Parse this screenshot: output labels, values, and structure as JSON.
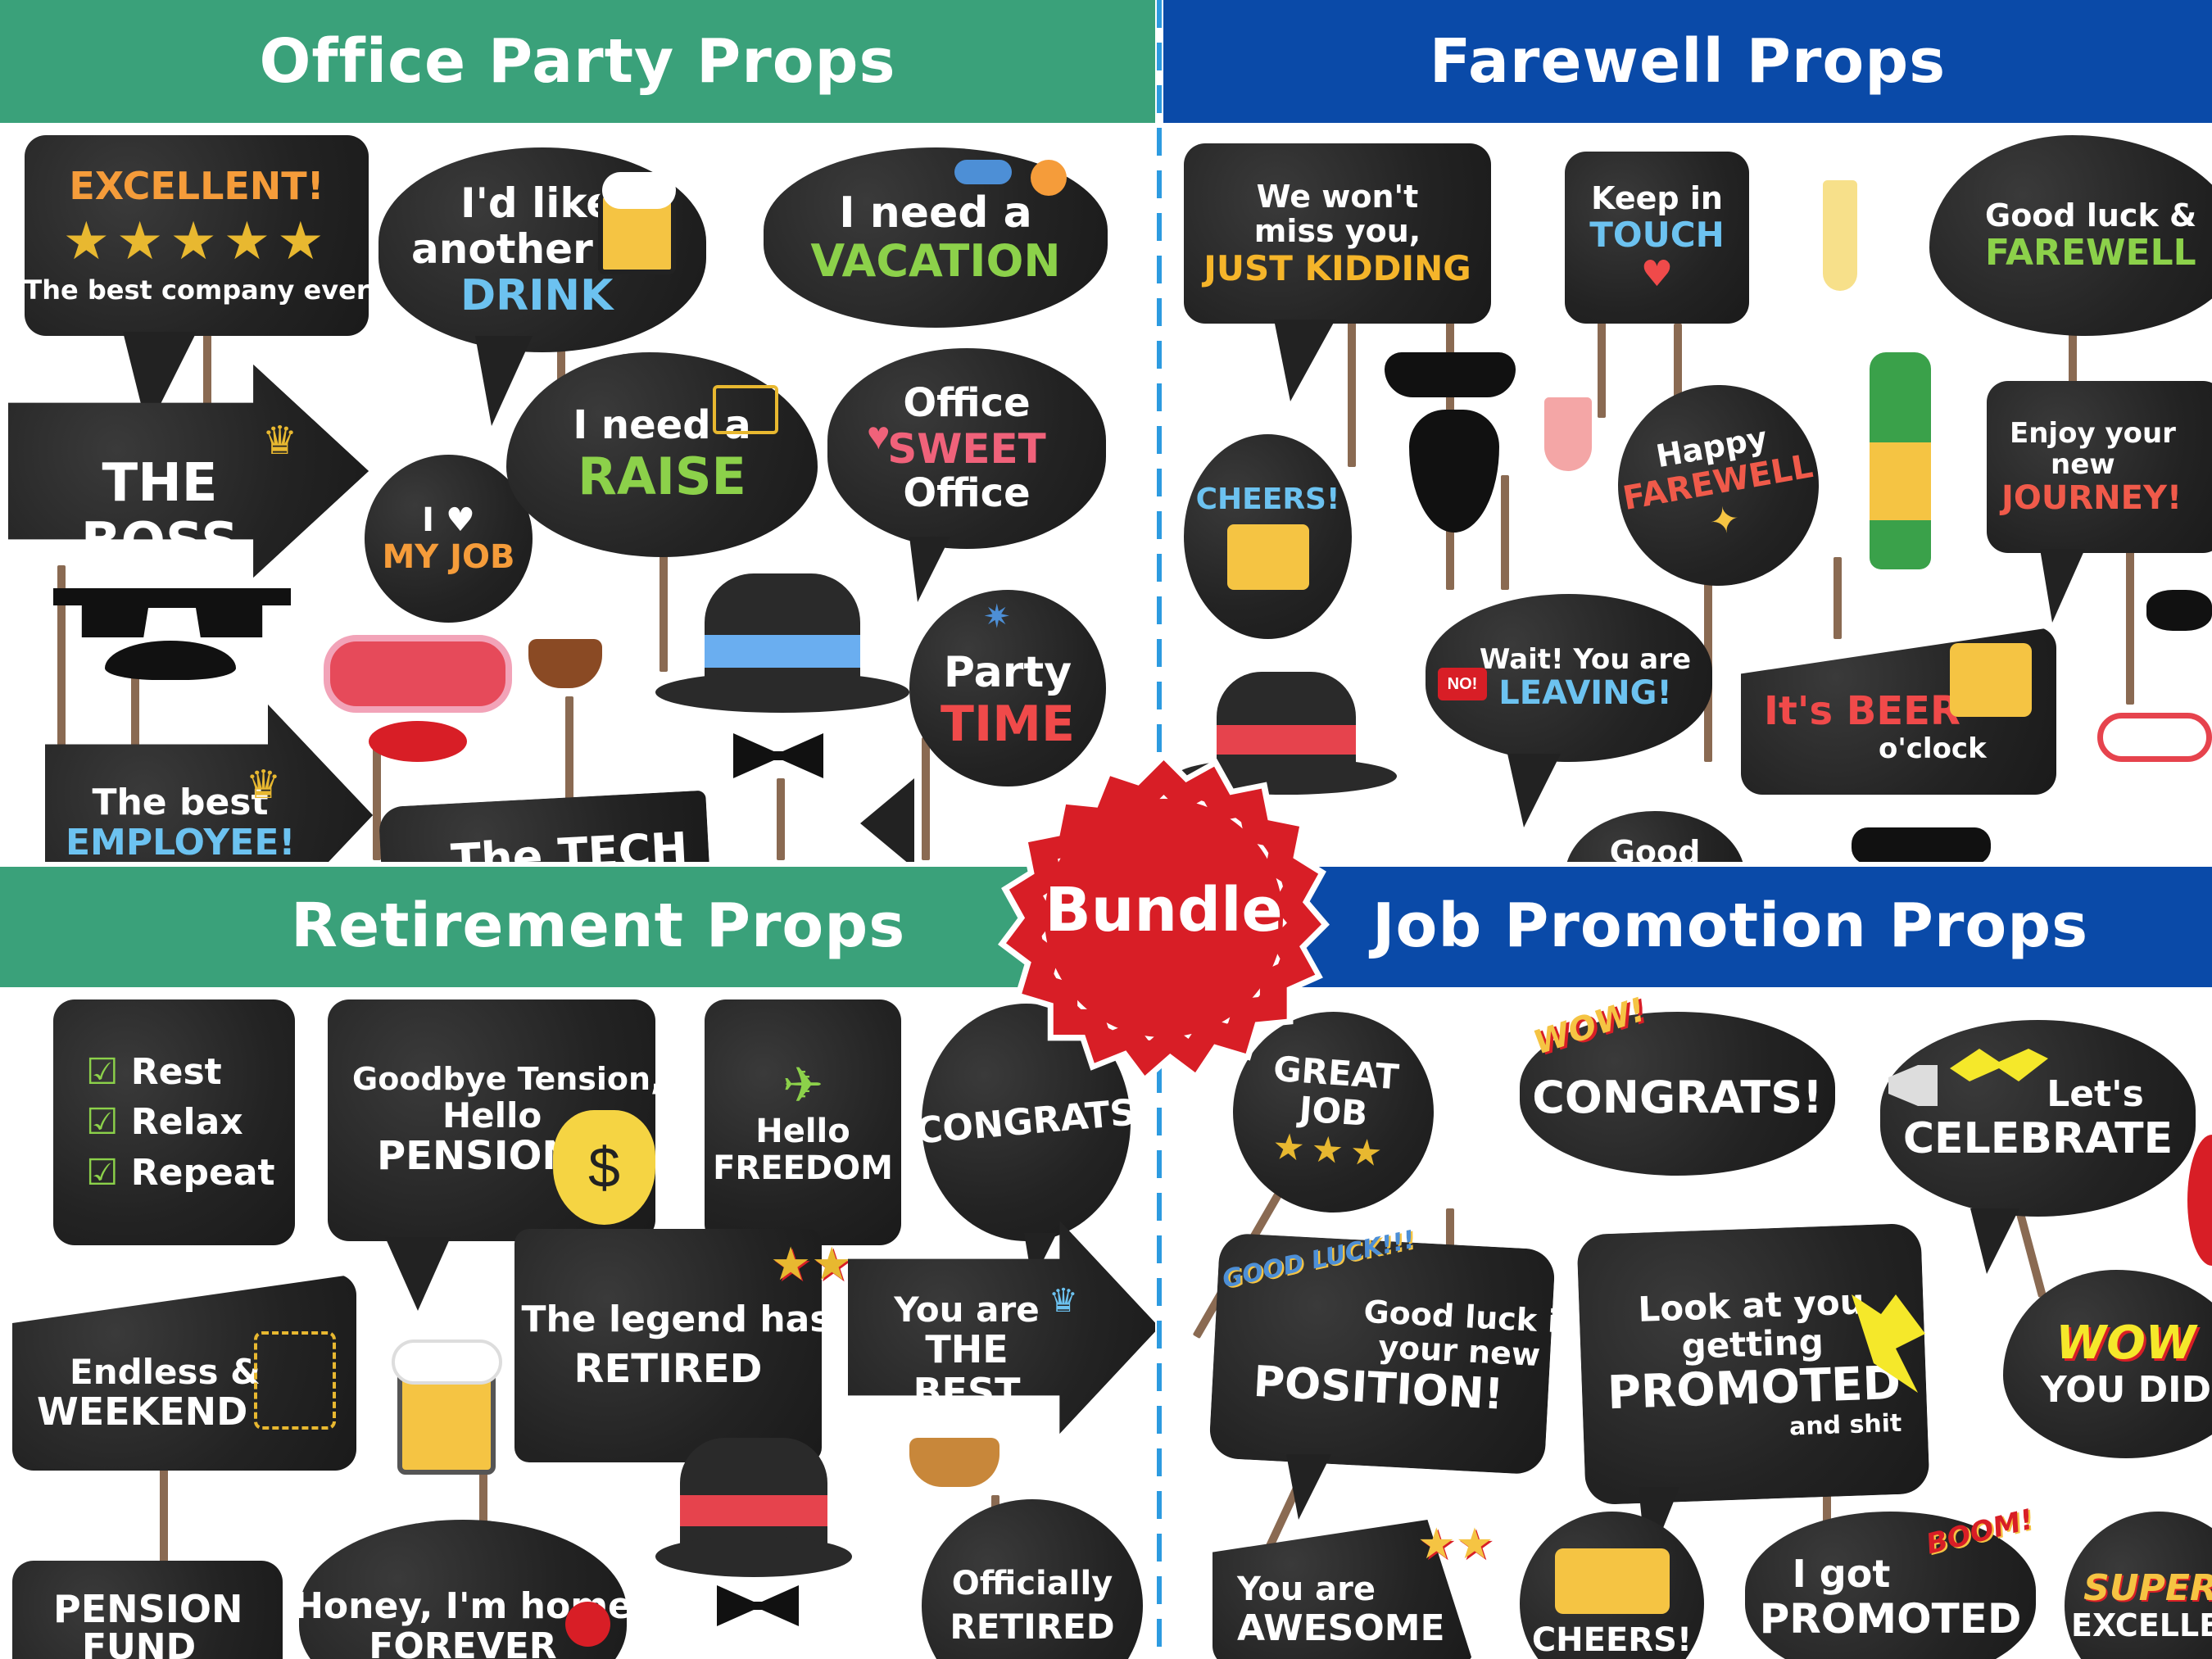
{
  "sections": {
    "office": {
      "title": "Office Party Props",
      "color": "#3aa17a",
      "props": [
        {
          "lines": [
            "EXCELLENT!",
            "★★★★★",
            "The best company ever"
          ]
        },
        {
          "lines": [
            "I'd like",
            "another",
            "DRINK"
          ]
        },
        {
          "lines": [
            "I need a",
            "VACATION"
          ]
        },
        {
          "lines": [
            "THE BOSS"
          ]
        },
        {
          "lines": [
            "I ♥",
            "MY JOB"
          ]
        },
        {
          "lines": [
            "I need a",
            "RAISE"
          ]
        },
        {
          "lines": [
            "Office",
            "SWEET",
            "Office"
          ]
        },
        {
          "lines": [
            "Party",
            "TIME"
          ]
        },
        {
          "lines": [
            "The best",
            "EMPLOYEE!"
          ]
        },
        {
          "lines": [
            "The TECH"
          ]
        }
      ]
    },
    "farewell": {
      "title": "Farewell Props",
      "color": "#0a4aa8",
      "props": [
        {
          "lines": [
            "We won't",
            "miss you,",
            "JUST KIDDING"
          ]
        },
        {
          "lines": [
            "Keep in",
            "TOUCH"
          ]
        },
        {
          "lines": [
            "Good luck &",
            "FAREWELL"
          ]
        },
        {
          "lines": [
            "CHEERS!"
          ]
        },
        {
          "lines": [
            "Happy",
            "FAREWELL"
          ]
        },
        {
          "lines": [
            "Enjoy your",
            "new",
            "JOURNEY!"
          ]
        },
        {
          "lines": [
            "Wait! You are",
            "LEAVING!"
          ]
        },
        {
          "lines": [
            "NO!"
          ]
        },
        {
          "lines": [
            "It's BEER",
            "o'clock"
          ]
        },
        {
          "lines": [
            "Good"
          ]
        }
      ]
    },
    "retirement": {
      "title": "Retirement Props",
      "color": "#3aa17a",
      "props": [
        {
          "lines": [
            "Rest",
            "Relax",
            "Repeat"
          ]
        },
        {
          "lines": [
            "Goodbye Tension,",
            "Hello",
            "PENSION"
          ]
        },
        {
          "lines": [
            "Hello",
            "FREEDOM"
          ]
        },
        {
          "lines": [
            "CONGRATS"
          ]
        },
        {
          "lines": [
            "Endless",
            "&",
            "WEEKEND"
          ]
        },
        {
          "lines": [
            "The legend has",
            "RETIRED"
          ]
        },
        {
          "lines": [
            "You are",
            "THE BEST"
          ]
        },
        {
          "lines": [
            "PENSION",
            "FUND"
          ]
        },
        {
          "lines": [
            "Honey, I'm home",
            "FOREVER"
          ]
        },
        {
          "lines": [
            "Officially",
            "RETIRED"
          ]
        }
      ]
    },
    "promotion": {
      "title": "Job Promotion Props",
      "color": "#0a4aa8",
      "props": [
        {
          "lines": [
            "GREAT",
            "JOB"
          ]
        },
        {
          "lines": [
            "WOW!",
            "CONGRATS!"
          ]
        },
        {
          "lines": [
            "Let's",
            "CELEBRATE"
          ]
        },
        {
          "lines": [
            "GOOD LUCK!!!",
            "Good luck in",
            "your new",
            "POSITION!"
          ]
        },
        {
          "lines": [
            "Look at you",
            "getting",
            "PROMOTED",
            "and shit"
          ]
        },
        {
          "lines": [
            "WOW",
            "YOU DID"
          ]
        },
        {
          "lines": [
            "You are",
            "AWESOME"
          ]
        },
        {
          "lines": [
            "CHEERS!"
          ]
        },
        {
          "lines": [
            "BOOM!",
            "I got",
            "PROMOTED"
          ]
        },
        {
          "lines": [
            "SUPER!",
            "EXCELLEN"
          ]
        }
      ]
    }
  },
  "badge": {
    "label": "Bundle",
    "color": "#d81e26"
  },
  "icons": [
    "beer-mug-icon",
    "heart-icon",
    "crown-icon",
    "sunglasses-icon",
    "mustache-icon",
    "pipe-icon",
    "fedora-hat-icon",
    "bow-tie-icon",
    "lips-icon",
    "champagne-bottle-icon",
    "wine-glass-icon",
    "money-bag-icon",
    "paper-plane-icon",
    "stars-icon",
    "megaphone-icon",
    "checkbox-icon",
    "envelope-icon",
    "fireworks-icon",
    "beard-icon"
  ]
}
